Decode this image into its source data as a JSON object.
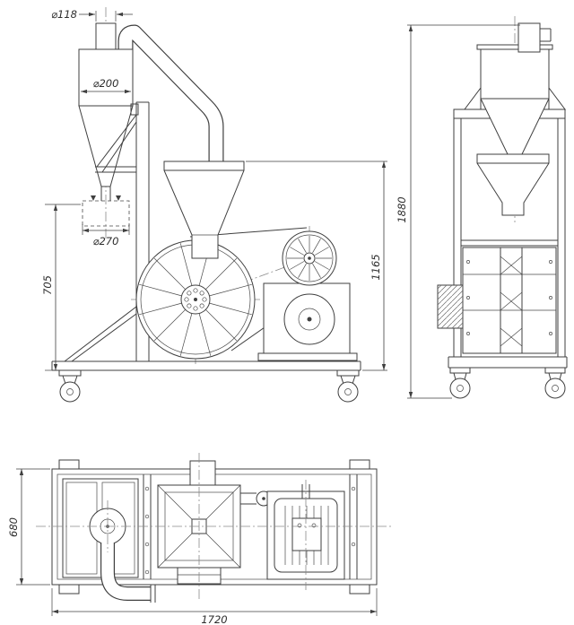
{
  "drawing": {
    "line_color": "#3f3f3f",
    "dimensions": {
      "inlet_diameter": "⌀118",
      "cyclone_diameter": "⌀200",
      "bin_diameter": "⌀270",
      "stand_height": "705",
      "hopper_height": "1165",
      "overall_height": "1880",
      "overall_width": "680",
      "overall_length": "1720"
    }
  }
}
